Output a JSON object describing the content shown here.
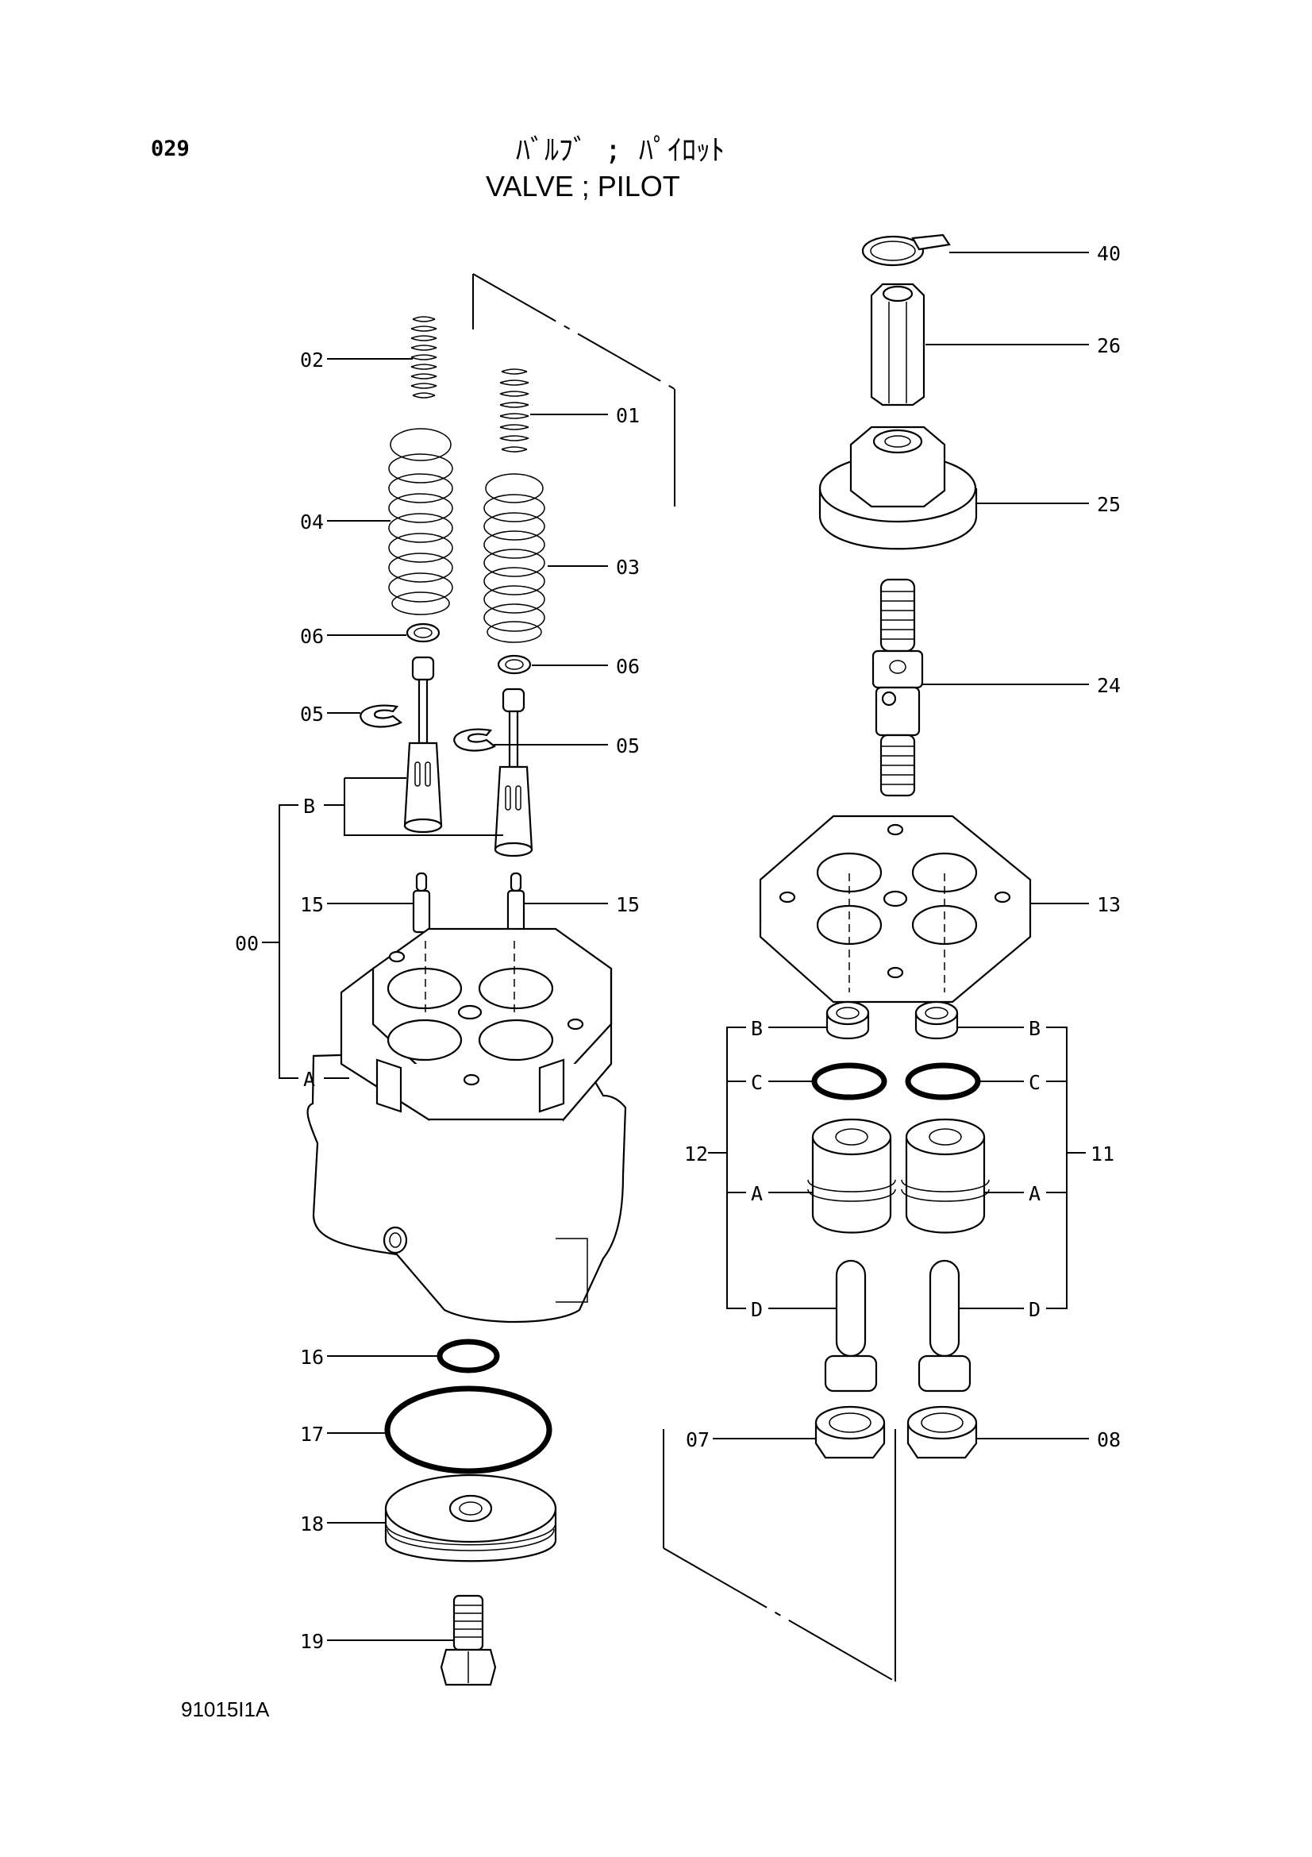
{
  "header": {
    "page_number": "029",
    "title_jp": "ﾊﾞﾙﾌﾞ ; ﾊﾟｲﾛｯﾄ",
    "title_en": "VALVE ; PILOT"
  },
  "footer": {
    "drawing_number": "91015I1A"
  },
  "callouts": {
    "c01": "01",
    "c02": "02",
    "c03": "03",
    "c04": "04",
    "c05_left": "05",
    "c05_right": "05",
    "c06_left": "06",
    "c06_right": "06",
    "c07": "07",
    "c08": "08",
    "c11": "11",
    "c12": "12",
    "c13": "13",
    "c15_left": "15",
    "c15_right": "15",
    "c16": "16",
    "c17": "17",
    "c18": "18",
    "c19": "19",
    "c24": "24",
    "c25": "25",
    "c26": "26",
    "c40": "40",
    "c00": "00",
    "sub_A_left": "A",
    "sub_B_left": "B",
    "sub_B_12": "B",
    "sub_C_12": "C",
    "sub_A_12": "A",
    "sub_D_12": "D",
    "sub_B_11": "B",
    "sub_C_11": "C",
    "sub_A_11": "A",
    "sub_D_11": "D"
  }
}
